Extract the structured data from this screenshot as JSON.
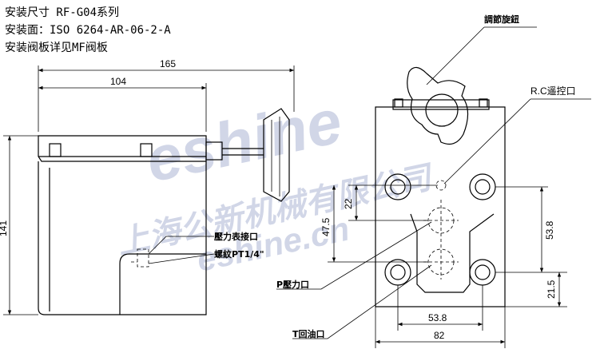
{
  "header": {
    "line1": "安装尺寸 RF-G04系列",
    "line2": "安装面：ISO 6264-AR-06-2-A",
    "line3": "安装阀板详见MF阀板"
  },
  "watermark": {
    "brand": "eshine",
    "company": "上海公新机械有限公司",
    "site": "eshine.cn"
  },
  "dimensions": {
    "overall_width": "165",
    "body_width": "104",
    "height": "141",
    "d22": "22",
    "d47_5": "47.5",
    "d53_8_v": "53.8",
    "d21_5": "21.5",
    "d53_8_h": "53.8",
    "d82": "82"
  },
  "labels": {
    "knob": "調節旋鈕",
    "remote_port": "R.C遥控口",
    "gauge_port": "壓力表接口",
    "thread": "螺紋PT1/4\"",
    "pressure_port": "P壓力口",
    "tank_port": "T回油口"
  }
}
